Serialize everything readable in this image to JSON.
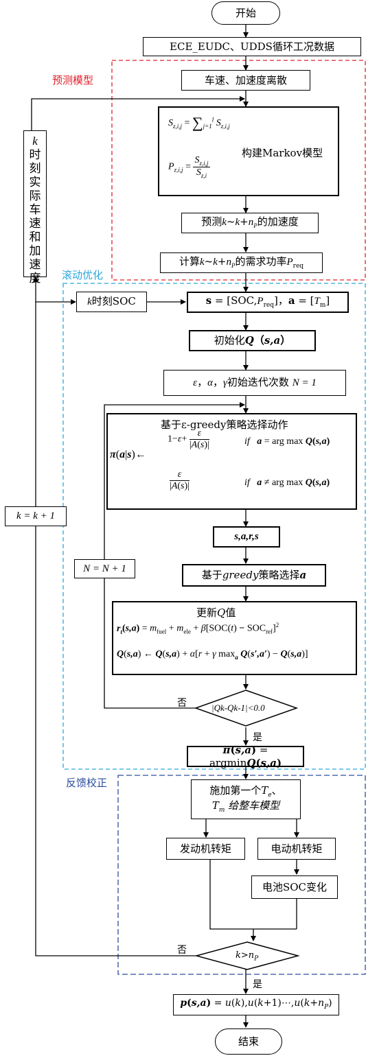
{
  "start": "开始",
  "end": "结束",
  "data_source": "ECE_EUDC、UDDS循环工况数据",
  "regions": {
    "prediction": {
      "label": "预测模型",
      "color": "#e0202a"
    },
    "rolling": {
      "label": "滚动优化",
      "color": "#2aa7dc"
    },
    "feedback": {
      "label": "反馈校正",
      "color": "#2a4d9c"
    }
  },
  "left_feedback": "k时刻实际车速和加速度",
  "discretize": "车速、加速度离散",
  "markov": {
    "eq1": "S_{z,i,j} = Σ_{j=1}^{l} S_{z,i,j}",
    "eq2": "P_{z,i,j} = S_{z,i,j} / S_{z,i}",
    "label": "构建Markov模型"
  },
  "predict_acc": "预测k~k+n_P的加速度",
  "calc_power": "计算k~k+n_P的需求功率P_req",
  "k_soc": "k时刻SOC",
  "state_action": "s = [SOC,P_req]，a = [T_m]",
  "init_q": "初始化Q（s,a）",
  "init_params": "ε，α，γ初始迭代次数 N = 1",
  "egreedy": {
    "title": "基于ε-greedy策略选择动作",
    "lhs": "π(a|s) ←",
    "case1": "1 − ε + ε/|A(s)|",
    "cond1": "if  a = arg max Q(s,a)",
    "case2": "ε/|A(s)|",
    "cond2": "if  a ≠ arg max Q(s,a)"
  },
  "sars": "s,a,r,s",
  "greedy": "基于greedy策略选择a",
  "update": {
    "title": "更新Q值",
    "eq1": "r_t(s,a) = m_fuel + m_ele + β[SOC(t) − SOC_ref]²",
    "eq2": "Q(s,a) ← Q(s,a) + α[r + γ max_a Q(s′,a′) − Q(s,a)]"
  },
  "convergence": "|Qk-Qk-1|<0.0",
  "no_label": "否",
  "yes_label": "是",
  "n_increment": "N = N + 1",
  "k_increment": "k = k + 1",
  "policy": "π(s,a) = argminQ(s,a)",
  "apply_first": "施加第一个Te、Tm 给整车模型",
  "engine_torque": "发动机转矩",
  "motor_torque": "电动机转矩",
  "battery_soc": "电池SOC变化",
  "horizon_check": "k>n_P",
  "output": "p(s,a) = u(k),u(k+1)⋯,u(k+n_P)"
}
